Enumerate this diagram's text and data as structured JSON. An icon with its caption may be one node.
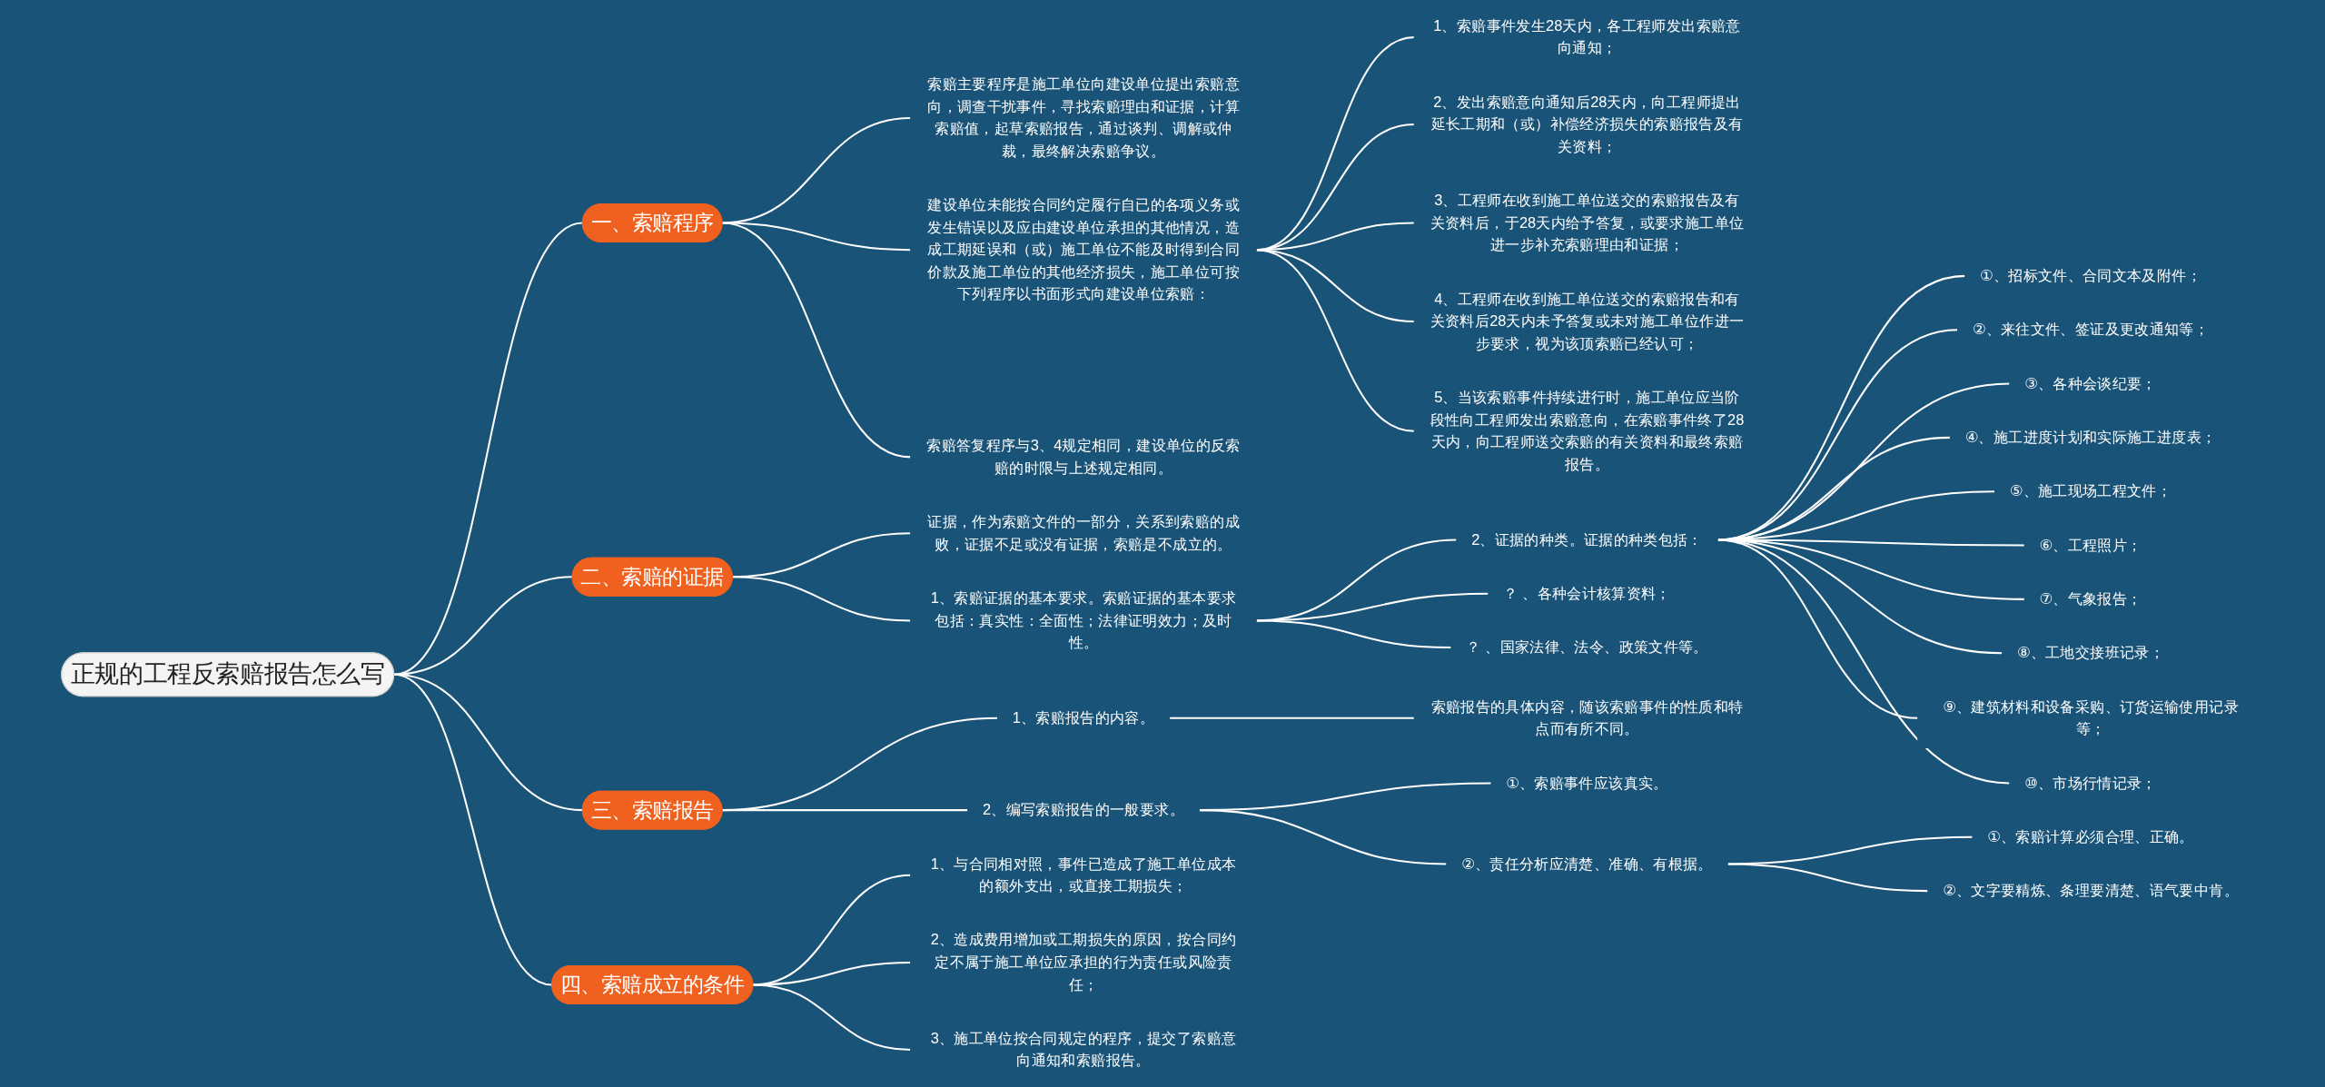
{
  "diagram": {
    "nodes": [
      {
        "text": [
          "正规的工程反索赔报告怎么写"
        ]
      },
      {
        "text": [
          "一、索赔程序"
        ]
      },
      {
        "text": [
          "索赔主要程序是施工单位向建设单位提出索赔意向，调查干扰事件，寻找索赔理由和证据，计算索赔值，起草索赔报告，通过谈判、调解或仲裁，最终解决索赔争议。"
        ]
      },
      {
        "text": [
          "建设单位未能按合同约定履行自已的各项义务或发生错误以及应由建设单位承担的其他情况，造成工期延误和（或）施工单位不能及时得到合同价款及施工单位的其他经济损失，施工单位可按下列程序以书面形式向建设单位索赔："
        ]
      },
      {
        "text": [
          "1、索赔事件发生28天内，各工程师发出索赔意向通知；"
        ]
      },
      {
        "text": [
          "2、发出索赔意向通知后28天内，向工程师提出延长工期和（或）补偿经济损失的索赔报告及有关资料；"
        ]
      },
      {
        "text": [
          "3、工程师在收到施工单位送交的索赔报告及有关资料后，于28天内给予答复，或要求施工单位进一步补充索赔理由和证据；"
        ]
      },
      {
        "text": [
          "4、工程师在收到施工单位送交的索赔报告和有关资料后28天内未予答复或未对施工单位作进一步要求，视为该顶索赔已经认可；"
        ]
      },
      {
        "text": [
          "5、当该索赔事件持续进行时，施工单位应当阶段性向工程师发出索赔意向，在索赔事件终了28天内，向工程师送交索赔的有关资料和最终索赔报告。"
        ]
      },
      {
        "text": [
          "索赔答复程序与3、4规定相同，建设单位的反索赔的时限与上述规定相同。"
        ]
      },
      {
        "text": [
          "二、索赔的证据"
        ]
      },
      {
        "text": [
          "证据，作为索赔文件的一部分，关系到索赔的成败，证据不足或没有证据，索赔是不成立的。"
        ]
      },
      {
        "text": [
          "1、索赔证据的基本要求。索赔证据的基本要求包括：真实性：全面性；法律证明效力；及时性。"
        ]
      },
      {
        "text": [
          "2、证据的种类。证据的种类包括："
        ]
      },
      {
        "text": [
          "①、招标文件、合同文本及附件；"
        ]
      },
      {
        "text": [
          "②、来往文件、签证及更改通知等；"
        ]
      },
      {
        "text": [
          "③、各种会谈纪要；"
        ]
      },
      {
        "text": [
          "④、施工进度计划和实际施工进度表；"
        ]
      },
      {
        "text": [
          "⑤、施工现场工程文件；"
        ]
      },
      {
        "text": [
          "⑥、工程照片；"
        ]
      },
      {
        "text": [
          "⑦、气象报告；"
        ]
      },
      {
        "text": [
          "⑧、工地交接班记录；"
        ]
      },
      {
        "text": [
          "⑨、建筑材料和设备采购、订货运输使用记录等；"
        ]
      },
      {
        "text": [
          "⑩、市场行情记录；"
        ]
      },
      {
        "text": [
          "？ 、各种会计核算资料；"
        ]
      },
      {
        "text": [
          "？ 、国家法律、法令、政策文件等。"
        ]
      },
      {
        "text": [
          "三、索赔报告"
        ]
      },
      {
        "text": [
          "1、索赔报告的内容。"
        ]
      },
      {
        "text": [
          "索赔报告的具体内容，随该索赔事件的性质和特点而有所不同。"
        ]
      },
      {
        "text": [
          "2、编写索赔报告的一般要求。"
        ]
      },
      {
        "text": [
          "①、索赔事件应该真实。"
        ]
      },
      {
        "text": [
          "②、责任分析应清楚、准确、有根据。"
        ]
      },
      {
        "text": [
          "①、索赔计算必须合理、正确。"
        ]
      },
      {
        "text": [
          "②、文字要精炼、条理要清楚、语气要中肯。"
        ]
      },
      {
        "text": [
          "四、索赔成立的条件"
        ]
      },
      {
        "text": [
          "1、与合同相对照，事件已造成了施工单位成本的额外支出，或直接工期损失；"
        ]
      },
      {
        "text": [
          "2、造成费用增加或工期损失的原因，按合同约定不属于施工单位应承担的行为责任或风险责任；"
        ]
      },
      {
        "text": [
          "3、施工单位按合同规定的程序，提交了索赔意向通知和索赔报告。"
        ]
      }
    ],
    "edges": [
      {
        "from": 0,
        "to": 1,
        "arrow": "none"
      },
      {
        "from": 1,
        "to": 2,
        "arrow": "none"
      },
      {
        "from": 1,
        "to": 3,
        "arrow": "none"
      },
      {
        "from": 3,
        "to": 4,
        "arrow": "none"
      },
      {
        "from": 3,
        "to": 5,
        "arrow": "none"
      },
      {
        "from": 3,
        "to": 6,
        "arrow": "none"
      },
      {
        "from": 3,
        "to": 7,
        "arrow": "none"
      },
      {
        "from": 3,
        "to": 8,
        "arrow": "none"
      },
      {
        "from": 1,
        "to": 9,
        "arrow": "none"
      },
      {
        "from": 0,
        "to": 10,
        "arrow": "none"
      },
      {
        "from": 10,
        "to": 11,
        "arrow": "none"
      },
      {
        "from": 10,
        "to": 12,
        "arrow": "none"
      },
      {
        "from": 12,
        "to": 13,
        "arrow": "none"
      },
      {
        "from": 13,
        "to": 14,
        "arrow": "none"
      },
      {
        "from": 13,
        "to": 15,
        "arrow": "none"
      },
      {
        "from": 13,
        "to": 16,
        "arrow": "none"
      },
      {
        "from": 13,
        "to": 17,
        "arrow": "none"
      },
      {
        "from": 13,
        "to": 18,
        "arrow": "none"
      },
      {
        "from": 13,
        "to": 19,
        "arrow": "none"
      },
      {
        "from": 13,
        "to": 20,
        "arrow": "none"
      },
      {
        "from": 13,
        "to": 21,
        "arrow": "none"
      },
      {
        "from": 13,
        "to": 22,
        "arrow": "none"
      },
      {
        "from": 13,
        "to": 23,
        "arrow": "none"
      },
      {
        "from": 12,
        "to": 24,
        "arrow": "none"
      },
      {
        "from": 12,
        "to": 25,
        "arrow": "none"
      },
      {
        "from": 0,
        "to": 26,
        "arrow": "none"
      },
      {
        "from": 26,
        "to": 27,
        "arrow": "none"
      },
      {
        "from": 27,
        "to": 28,
        "arrow": "none"
      },
      {
        "from": 26,
        "to": 29,
        "arrow": "none"
      },
      {
        "from": 29,
        "to": 30,
        "arrow": "none"
      },
      {
        "from": 29,
        "to": 31,
        "arrow": "none"
      },
      {
        "from": 31,
        "to": 32,
        "arrow": "none"
      },
      {
        "from": 31,
        "to": 33,
        "arrow": "none"
      },
      {
        "from": 0,
        "to": 34,
        "arrow": "none"
      },
      {
        "from": 34,
        "to": 35,
        "arrow": "none"
      },
      {
        "from": 34,
        "to": 36,
        "arrow": "none"
      },
      {
        "from": 34,
        "to": 37,
        "arrow": "none"
      }
    ]
  }
}
